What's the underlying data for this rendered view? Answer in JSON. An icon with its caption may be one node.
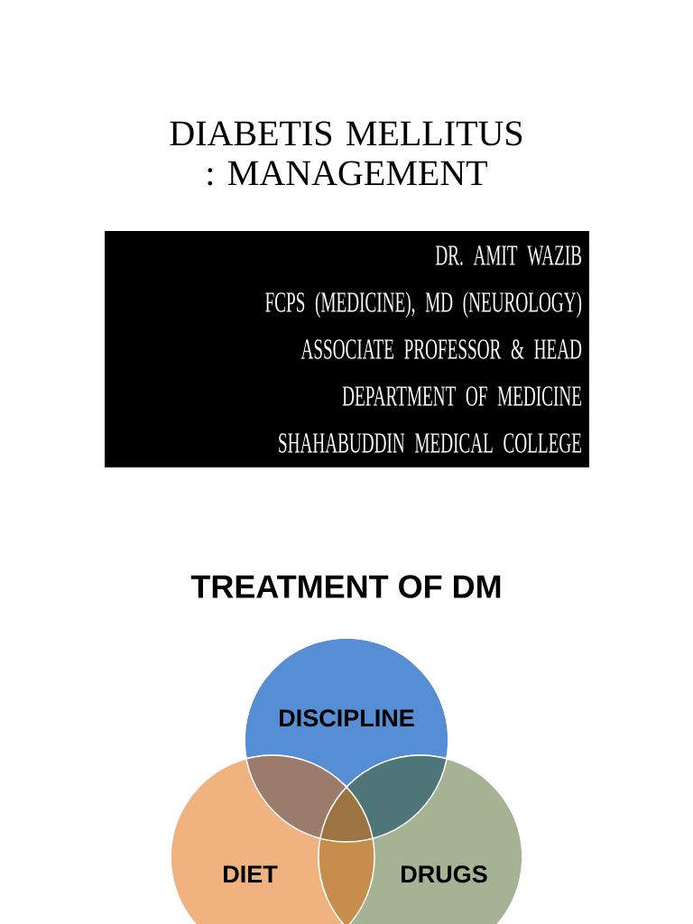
{
  "diagram": {
    "title": "DIABETIS MELLITUS : MANAGEMENT",
    "nodes": [
      {
        "text": [
          "DR. AMIT WAZIB",
          "FCPS (MEDICINE), MD (NEUROLOGY)",
          "ASSOCIATE PROFESSOR & HEAD",
          "DEPARTMENT OF MEDICINE",
          "SHAHABUDDIN MEDICAL COLLEGE"
        ]
      },
      {
        "text": [
          "DISCIPLINE"
        ]
      },
      {
        "text": [
          "DIET"
        ]
      },
      {
        "text": [
          "DRUGS"
        ]
      }
    ],
    "edges": [],
    "labels": [
      "TREATMENT OF DM"
    ]
  }
}
